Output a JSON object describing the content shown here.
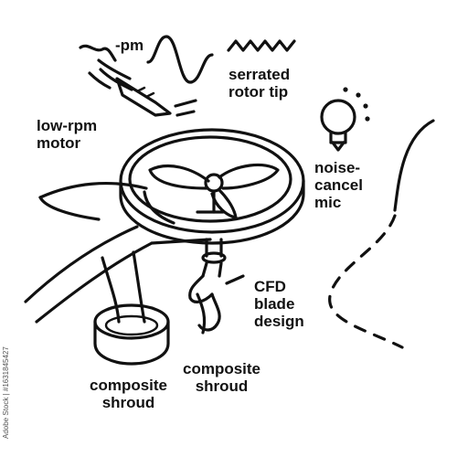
{
  "colors": {
    "ink": "#111111",
    "background": "#ffffff"
  },
  "labels": {
    "pm": "-pm",
    "serrated_line1": "serrated",
    "serrated_line2": "rotor tip",
    "lowrpm_line1": "low-rpm",
    "lowrpm_line2": "motor",
    "noise_line1": "noise-",
    "noise_line2": "cancel",
    "noise_line3": "mic",
    "cfd_line1": "CFD",
    "cfd_line2": "blade",
    "cfd_line3": "design",
    "shroud_left_line1": "composite",
    "shroud_left_line2": "shroud",
    "shroud_right_line1": "composite",
    "shroud_right_line2": "shroud"
  },
  "stock_id": "Adobe Stock | #1631845427",
  "icons": [
    "sine-wave-icon",
    "serration-zigzag-icon",
    "lightbulb-mic-icon",
    "propeller-icon",
    "hand-pen-icon",
    "dashed-curve-icon"
  ]
}
